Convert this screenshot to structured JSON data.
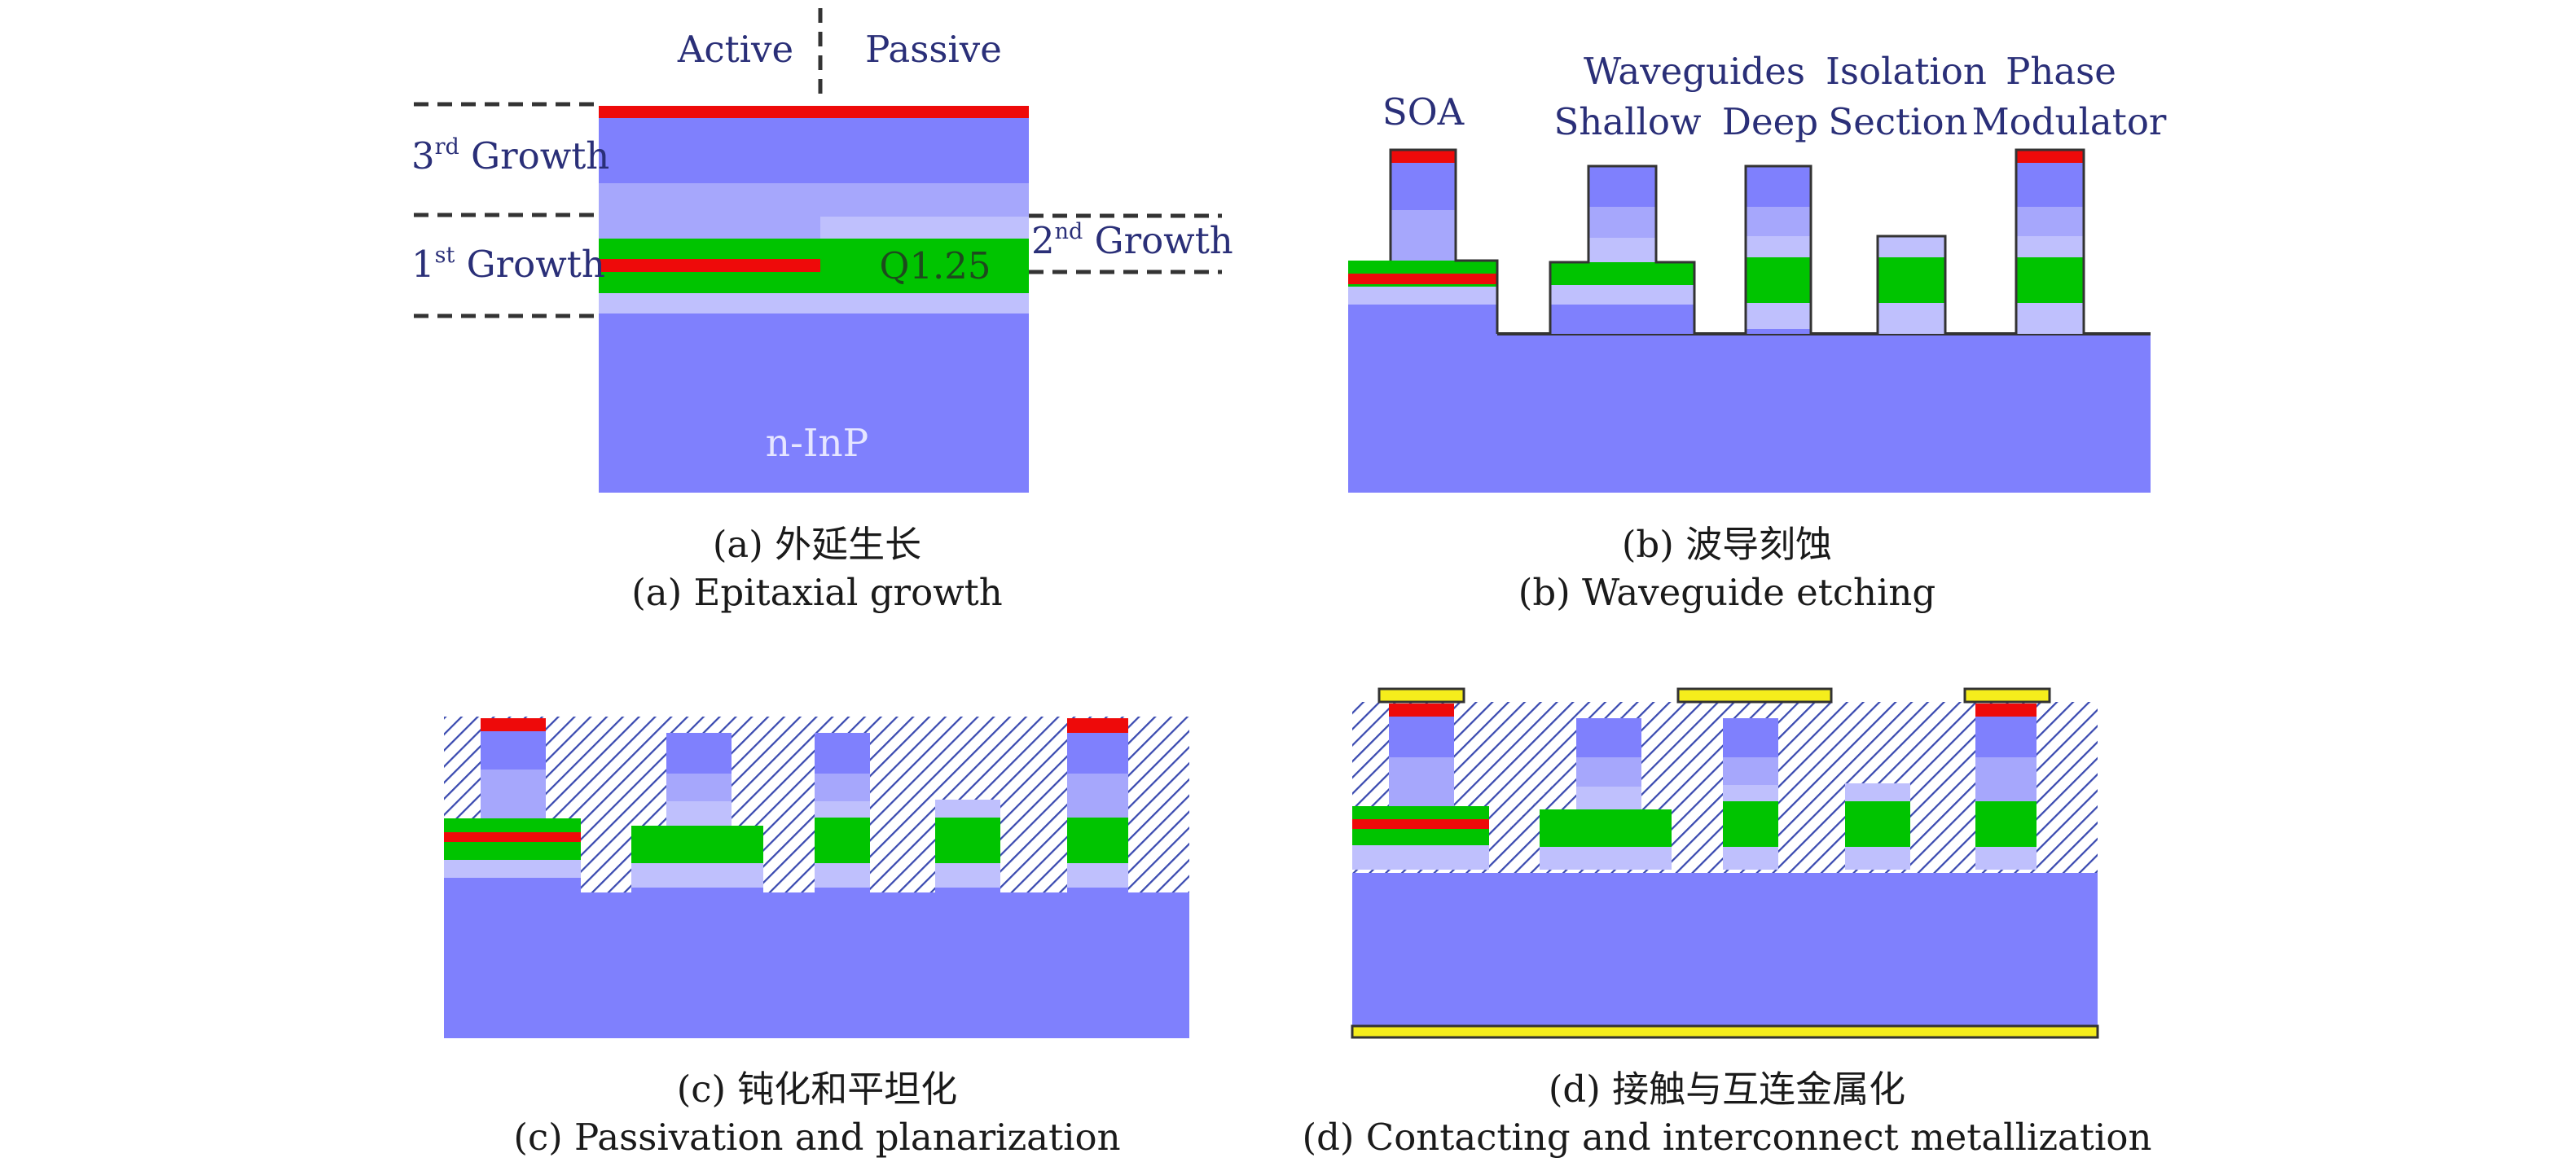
{
  "colors": {
    "substrate": "#7f80fd",
    "light_layer": "#a6a7fc",
    "pale_layer": "#bfc0fd",
    "q_layer": "#00c400",
    "active_layer": "#ee0a0a",
    "contact": "#ee0a0a",
    "metal": "#f5ed1c",
    "hatch": "#3a4ab0",
    "label": "#2a2f78"
  },
  "panel_a": {
    "label_active": "Active",
    "label_passive": "Passive",
    "label_third_num": "3",
    "label_third_sup": "rd",
    "label_third_word": " Growth",
    "label_first_num": "1",
    "label_first_sup": "st",
    "label_first_word": " Growth",
    "label_second_num": "2",
    "label_second_sup": "nd",
    "label_second_word": " Growth",
    "label_q": "Q1.25",
    "label_substrate": "n-InP",
    "caption_cn": "(a) 外延生长",
    "caption_en": "(a) Epitaxial growth"
  },
  "panel_b": {
    "label_soa": "SOA",
    "label_waveguides": "Waveguides",
    "label_shallow": "Shallow",
    "label_deep": "Deep",
    "label_isolation": "Isolation",
    "label_section": "Section",
    "label_phase": "Phase",
    "label_modulator": "Modulator",
    "caption_cn": "(b) 波导刻蚀",
    "caption_en": "(b) Waveguide etching"
  },
  "panel_c": {
    "caption_cn": "(c) 钝化和平坦化",
    "caption_en": "(c) Passivation and planarization"
  },
  "panel_d": {
    "caption_cn": "(d) 接触与互连金属化",
    "caption_en": "(d) Contacting and interconnect metallization"
  }
}
